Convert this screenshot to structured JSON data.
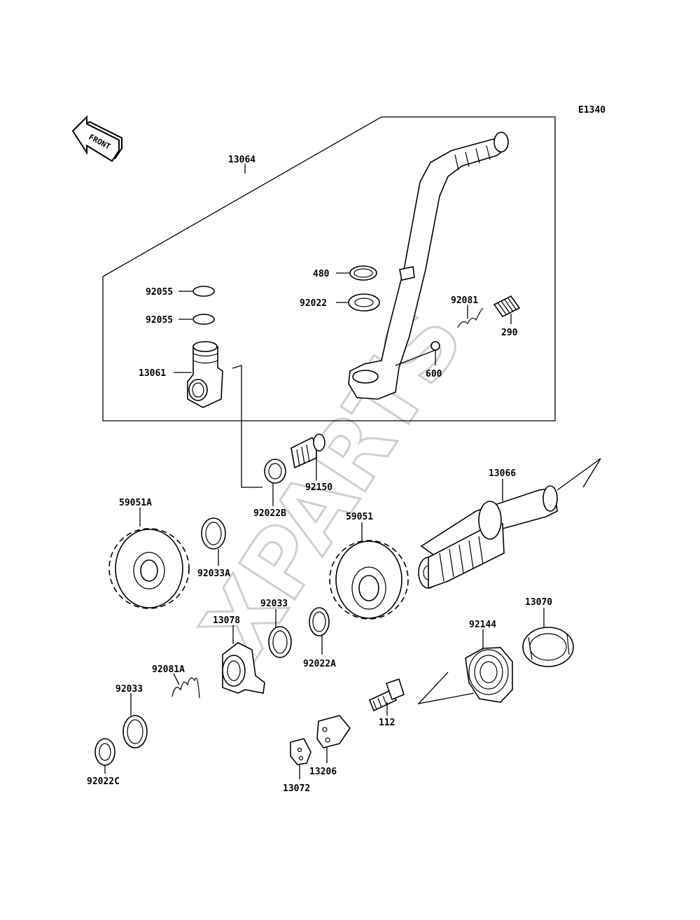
{
  "diagram_code": "E1340",
  "front_label": "FRONT",
  "watermark": "XPARTS",
  "callouts": {
    "kick_pedal_assy": "13064",
    "ring_480": "480",
    "washer_92022": "92022",
    "oring_92055_upper": "92055",
    "oring_92055_lower": "92055",
    "spring_92081": "92081",
    "rubber_290": "290",
    "ball_600": "600",
    "boss_13061": "13061",
    "pin_92150": "92150",
    "washer_92022B": "92022B",
    "shaft_13066": "13066",
    "gear_59051A": "59051A",
    "circlip_92033A": "92033A",
    "gear_59051": "59051",
    "circlip_92033_mid": "92033",
    "ratchet_13078": "13078",
    "washer_92022A": "92022A",
    "spring_92144": "92144",
    "guide_13070": "13070",
    "spring_92081A": "92081A",
    "circlip_92033_low": "92033",
    "bolt_112": "112",
    "stopper_13206": "13206",
    "washer_92022C": "92022C",
    "plate_13072": "13072"
  }
}
